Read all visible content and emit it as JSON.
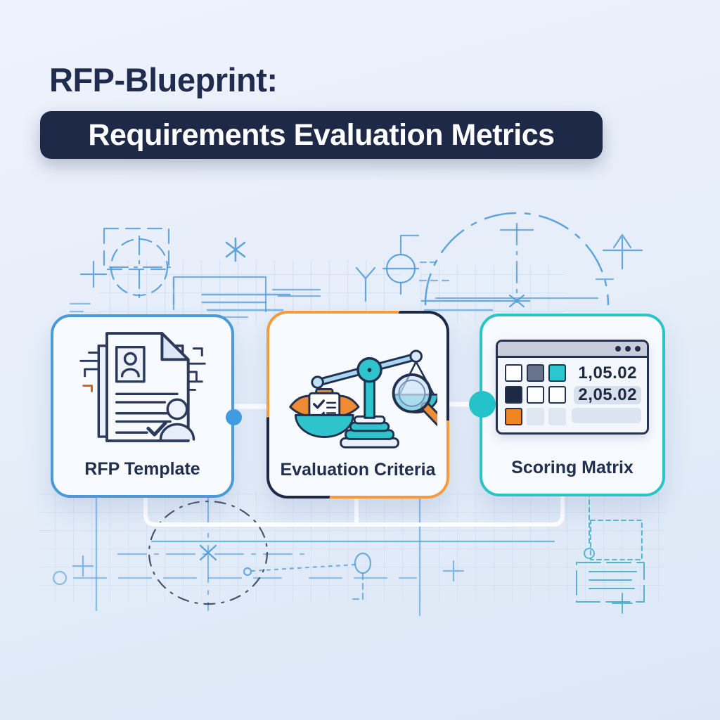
{
  "header": {
    "title": "RFP-Blueprint:",
    "banner": "Requirements Evaluation Metrics"
  },
  "cards": [
    {
      "id": "rfp-template",
      "label": "RFP Template",
      "icon": "rfp-document-icon",
      "border_color": "#4a9ad8"
    },
    {
      "id": "evaluation-criteria",
      "label": "Evaluation Criteria",
      "icon": "balance-scale-icon",
      "border_colors": [
        "#f39c3d",
        "#1d2947"
      ]
    },
    {
      "id": "scoring-matrix",
      "label": "Scoring Matrix",
      "icon": "scoring-window-icon",
      "border_color": "#2bc4c6",
      "matrix_rows": [
        "1,05.02",
        "2,05.02"
      ]
    }
  ],
  "connectors": {
    "dot_between_card1_card2_color": "#3f9ce2",
    "dot_between_card2_card3_color": "#23c3c9"
  },
  "colors": {
    "background_top": "#eef2fc",
    "background_bottom": "#dce7f6",
    "navy": "#1d2947",
    "blueprint_blue": "#4f9bd6",
    "teal": "#2bc4c6",
    "orange": "#f39c3d"
  }
}
